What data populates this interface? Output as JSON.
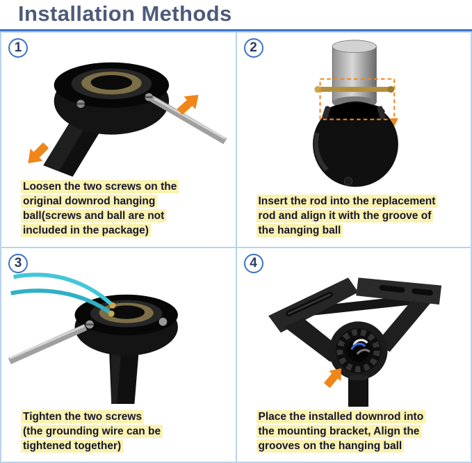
{
  "header": {
    "title": "Installation Methods"
  },
  "steps": [
    {
      "number": "1",
      "photo": "downrod-ball-with-screwdriver",
      "caption": "Loosen the two screws on the\noriginal downrod hanging\nball(screws and ball are not\nincluded in the package)"
    },
    {
      "number": "2",
      "photo": "rod-inserted-into-hanging-ball",
      "caption": "Insert the rod into the replacement\nrod and align it with the groove of\nthe hanging ball"
    },
    {
      "number": "3",
      "photo": "ball-with-grounding-wire-and-screwdriver",
      "caption": "Tighten the two screws\n(the grounding wire can be\ntightened together)"
    },
    {
      "number": "4",
      "photo": "downrod-in-mounting-bracket",
      "caption": "Place the installed downrod into\nthe mounting bracket, Align the\ngrooves on the hanging ball"
    }
  ],
  "colors": {
    "title_text": "#4e5a7a",
    "accent_blue": "#3c74d2",
    "panel_border_blue": "#b8d2ec",
    "caption_highlight_yellow": "#faf2b0",
    "arrow_orange": "#f08519"
  }
}
